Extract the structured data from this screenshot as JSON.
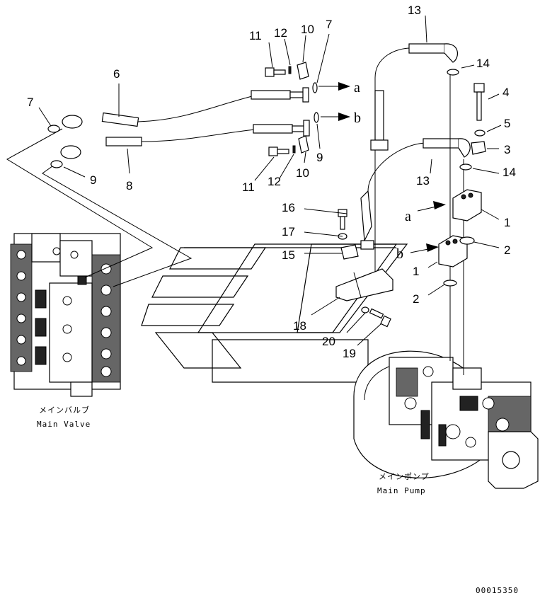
{
  "callouts": {
    "n1a": "1",
    "n1b": "1",
    "n2a": "2",
    "n2b": "2",
    "n3": "3",
    "n4": "4",
    "n5": "5",
    "n6": "6",
    "n7a": "7",
    "n7b": "7",
    "n8": "8",
    "n9a": "9",
    "n9b": "9",
    "n10a": "10",
    "n10b": "10",
    "n11a": "11",
    "n11b": "11",
    "n12a": "12",
    "n12b": "12",
    "n13a": "13",
    "n13b": "13",
    "n14a": "14",
    "n14b": "14",
    "n15": "15",
    "n16": "16",
    "n17": "17",
    "n18": "18",
    "n19": "19",
    "n20": "20"
  },
  "refs": {
    "a1": "a",
    "b1": "b",
    "a2": "a",
    "b2": "b"
  },
  "main_valve": {
    "jp": "メインバルブ",
    "en": "Main Valve"
  },
  "main_pump": {
    "jp": "メインポンプ",
    "en": "Main Pump"
  },
  "drawing_number": "00015350"
}
